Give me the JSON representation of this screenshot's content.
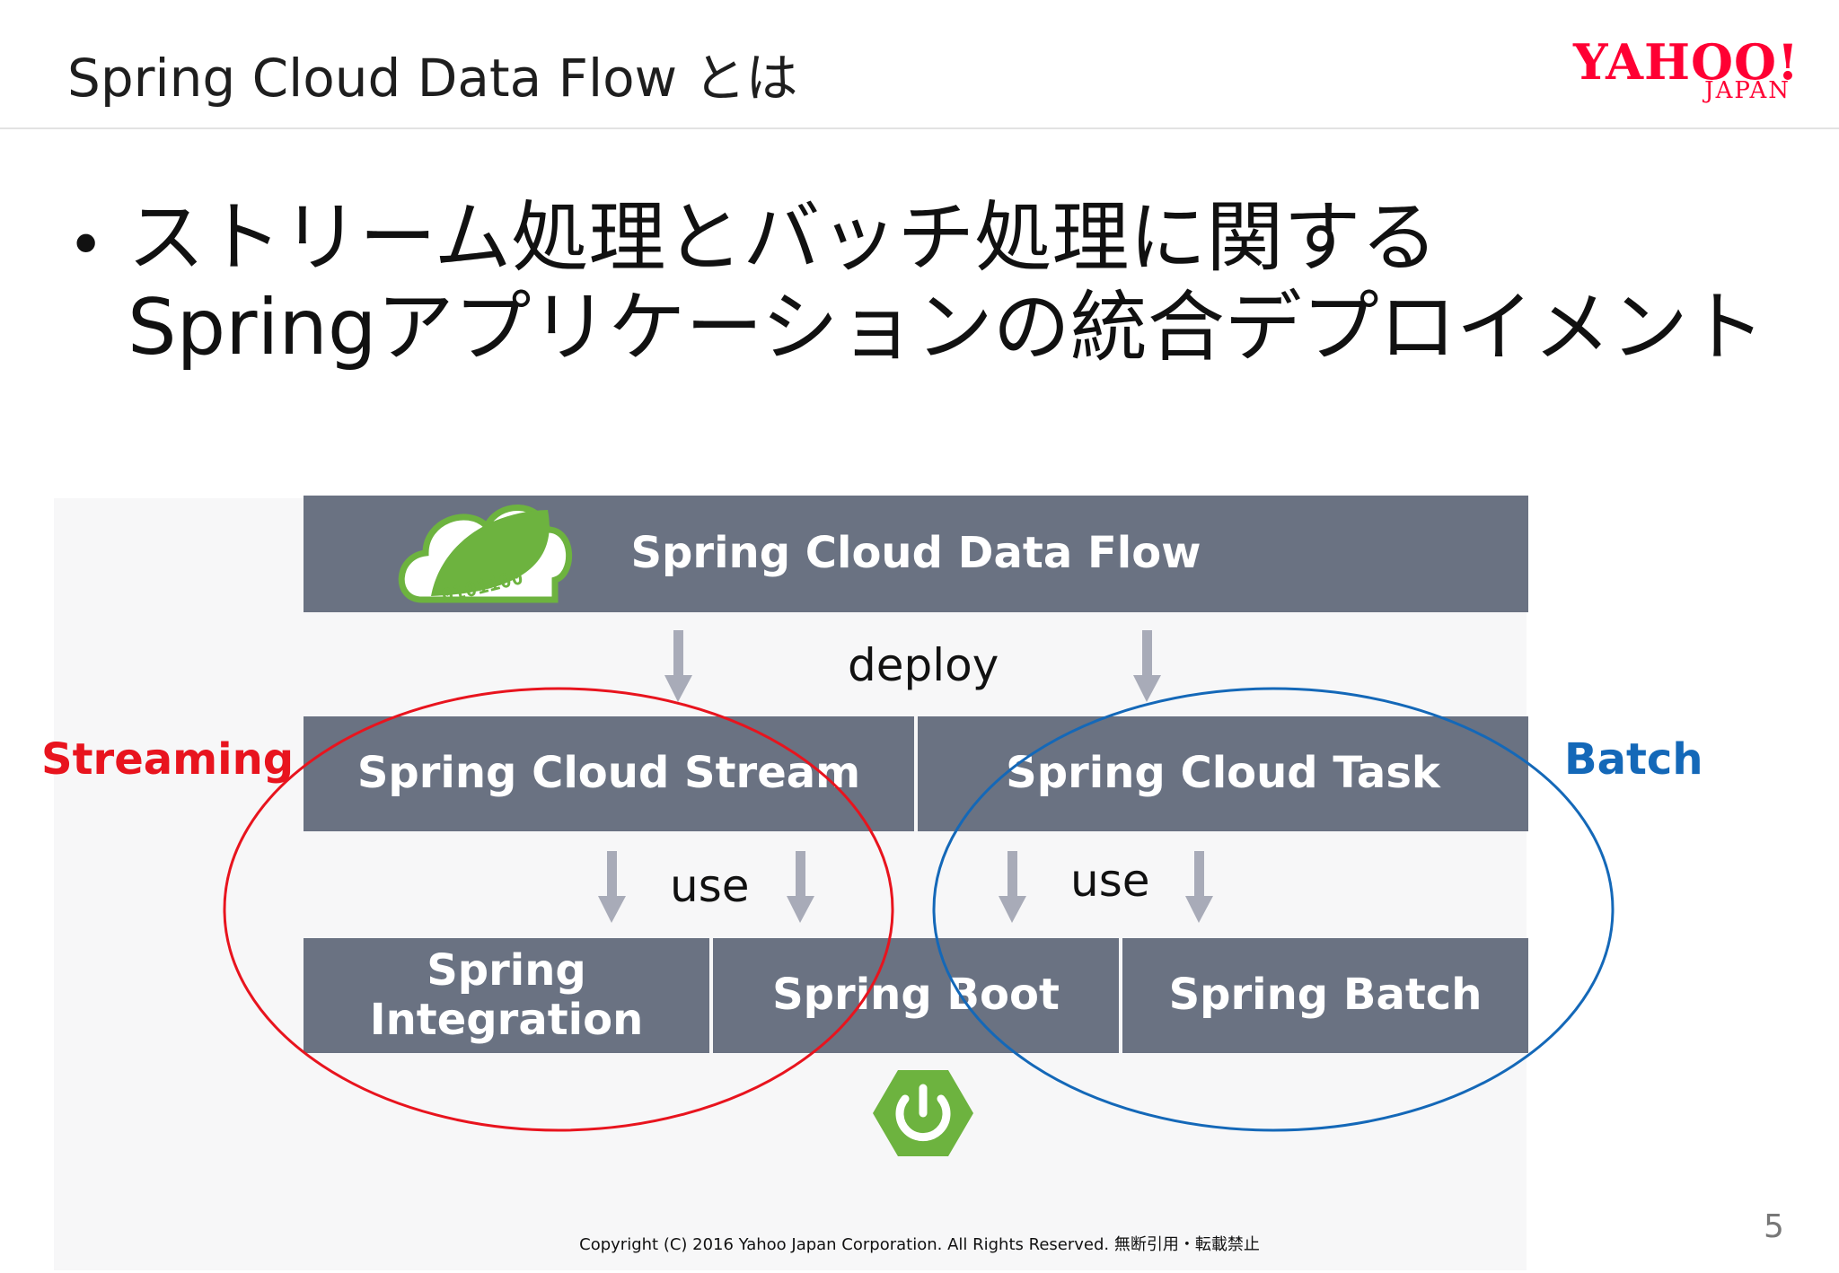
{
  "header": {
    "title": "Spring Cloud Data Flow とは",
    "logo_main": "YAHOO!",
    "logo_sub": "JAPAN"
  },
  "bullet": {
    "symbol": "•",
    "line1": "ストリーム処理とバッチ処理に関する",
    "line2": "Springアプリケーションの統合デプロイメント"
  },
  "diagram": {
    "top_box": "Spring Cloud Data Flow",
    "deploy_label": "deploy",
    "stream_box": "Spring Cloud Stream",
    "task_box": "Spring Cloud Task",
    "use_left": "use",
    "use_right": "use",
    "integration_box": "Spring\nIntegration",
    "boot_box": "Spring Boot",
    "batch_box": "Spring Batch",
    "streaming_label": "Streaming",
    "batch_label": "Batch",
    "logo_digits": "0101100"
  },
  "colors": {
    "box": "#6a7282",
    "arrow": "#a8abb8",
    "streaming": "#e8141e",
    "batch": "#1468b8",
    "spring_green": "#6db33f",
    "logo_red": "#ff0033"
  },
  "icons": {
    "dataflow_logo": "cloud-leaf-icon",
    "boot_logo": "power-hexagon-icon"
  },
  "footer": {
    "copyright": "Copyright (C) 2016 Yahoo Japan Corporation. All Rights Reserved. 無断引用・転載禁止",
    "page_number": "5"
  }
}
